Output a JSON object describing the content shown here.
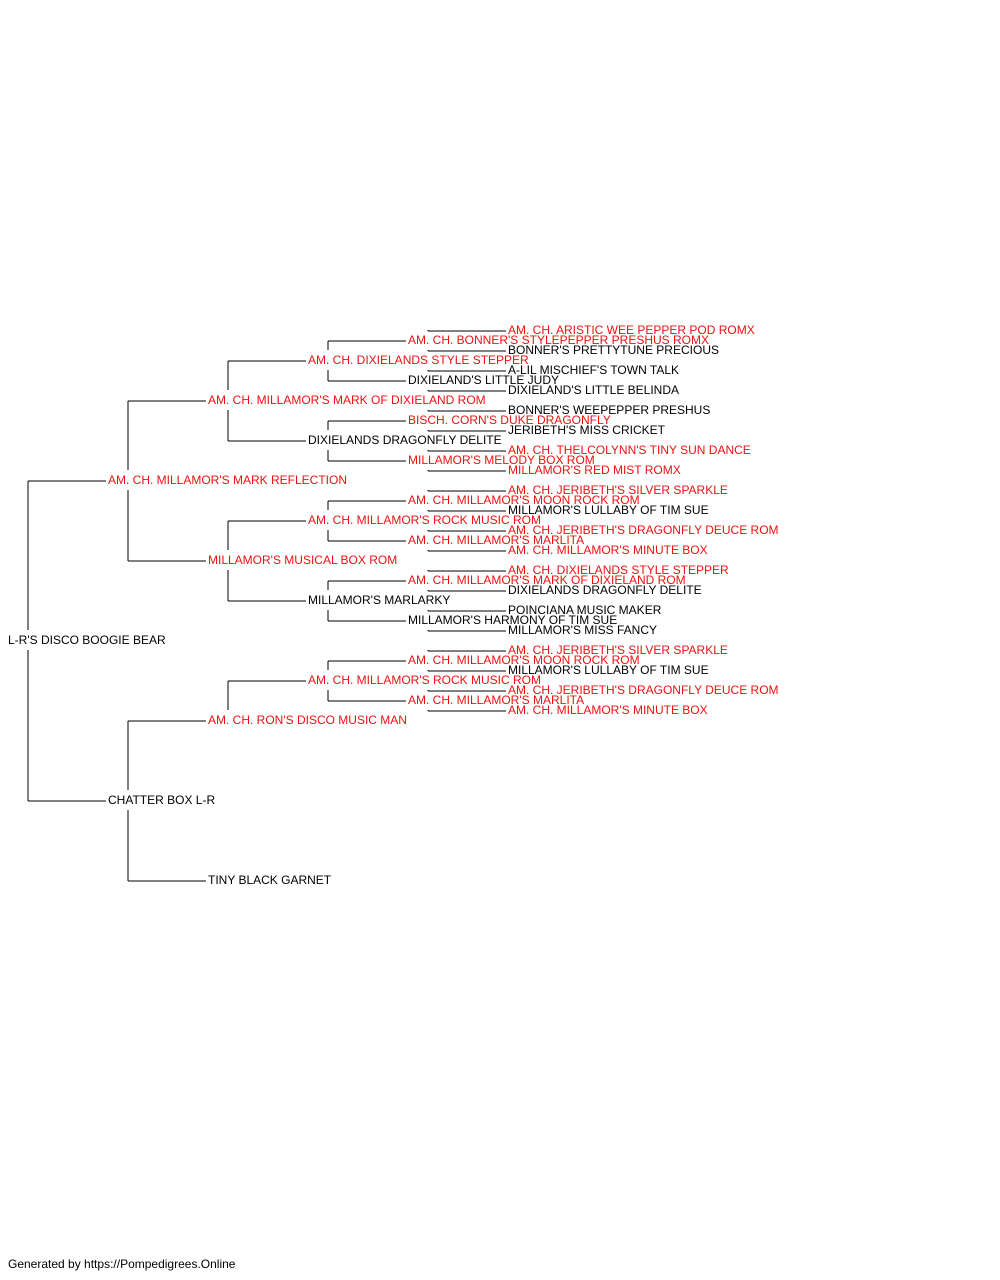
{
  "colors": {
    "champion": "#ee1111",
    "regular": "#000000",
    "line": "#000000"
  },
  "footer": "Generated by https://Pompedigrees.Online",
  "pedigree": {
    "name": "L-R'S DISCO BOOGIE BEAR",
    "champion": false,
    "sire": {
      "name": "AM. CH. MILLAMOR'S MARK REFLECTION",
      "champion": true,
      "sire": {
        "name": "AM. CH. MILLAMOR'S MARK OF DIXIELAND ROM",
        "champion": true,
        "sire": {
          "name": "AM. CH. DIXIELANDS STYLE STEPPER",
          "champion": true,
          "sire": {
            "name": "AM. CH. BONNER'S STYLEPEPPER PRESHUS ROMX",
            "champion": true,
            "sire": {
              "name": "AM. CH. ARISTIC WEE PEPPER POD ROMX",
              "champion": true
            },
            "dam": {
              "name": "BONNER'S PRETTYTUNE PRECIOUS",
              "champion": false
            }
          },
          "dam": {
            "name": "DIXIELAND'S LITTLE JUDY",
            "champion": false,
            "sire": {
              "name": "A-LIL MISCHIEF'S TOWN TALK",
              "champion": false
            },
            "dam": {
              "name": "DIXIELAND'S LITTLE BELINDA",
              "champion": false
            }
          }
        },
        "dam": {
          "name": "DIXIELANDS DRAGONFLY DELITE",
          "champion": false,
          "sire": {
            "name": "BISCH. CORN'S DUKE DRAGONFLY",
            "champion": true,
            "sire": {
              "name": "BONNER'S WEEPEPPER PRESHUS",
              "champion": false
            },
            "dam": {
              "name": "JERIBETH'S MISS CRICKET",
              "champion": false
            }
          },
          "dam": {
            "name": "MILLAMOR'S MELODY BOX ROM",
            "champion": true,
            "sire": {
              "name": "AM. CH. THELCOLYNN'S TINY SUN DANCE",
              "champion": true
            },
            "dam": {
              "name": "MILLAMOR'S RED MIST ROMX",
              "champion": true
            }
          }
        }
      },
      "dam": {
        "name": "MILLAMOR'S MUSICAL BOX ROM",
        "champion": true,
        "sire": {
          "name": "AM. CH. MILLAMOR'S ROCK MUSIC ROM",
          "champion": true,
          "sire": {
            "name": "AM. CH. MILLAMOR'S MOON ROCK ROM",
            "champion": true,
            "sire": {
              "name": "AM. CH. JERIBETH'S SILVER SPARKLE",
              "champion": true
            },
            "dam": {
              "name": "MILLAMOR'S LULLABY OF TIM SUE",
              "champion": false
            }
          },
          "dam": {
            "name": "AM. CH. MILLAMOR'S MARLITA",
            "champion": true,
            "sire": {
              "name": "AM. CH. JERIBETH'S DRAGONFLY DEUCE ROM",
              "champion": true
            },
            "dam": {
              "name": "AM. CH. MILLAMOR'S MINUTE BOX",
              "champion": true
            }
          }
        },
        "dam": {
          "name": "MILLAMOR'S MARLARKY",
          "champion": false,
          "sire": {
            "name": "AM. CH. MILLAMOR'S MARK OF DIXIELAND ROM",
            "champion": true,
            "sire": {
              "name": "AM. CH. DIXIELANDS STYLE STEPPER",
              "champion": true
            },
            "dam": {
              "name": "DIXIELANDS DRAGONFLY DELITE",
              "champion": false
            }
          },
          "dam": {
            "name": "MILLAMOR'S HARMONY OF TIM SUE",
            "champion": false,
            "sire": {
              "name": "POINCIANA MUSIC MAKER",
              "champion": false
            },
            "dam": {
              "name": "MILLAMOR'S MISS FANCY",
              "champion": false
            }
          }
        }
      }
    },
    "dam": {
      "name": "CHATTER BOX L-R",
      "champion": false,
      "sire": {
        "name": "AM. CH. RON'S DISCO MUSIC MAN",
        "champion": true,
        "sire": {
          "name": "AM. CH. MILLAMOR'S ROCK MUSIC ROM",
          "champion": true,
          "sire": {
            "name": "AM. CH. MILLAMOR'S MOON ROCK ROM",
            "champion": true,
            "sire": {
              "name": "AM. CH. JERIBETH'S SILVER SPARKLE",
              "champion": true
            },
            "dam": {
              "name": "MILLAMOR'S LULLABY OF TIM SUE",
              "champion": false
            }
          },
          "dam": {
            "name": "AM. CH. MILLAMOR'S MARLITA",
            "champion": true,
            "sire": {
              "name": "AM. CH. JERIBETH'S DRAGONFLY DEUCE ROM",
              "champion": true
            },
            "dam": {
              "name": "AM. CH. MILLAMOR'S MINUTE BOX",
              "champion": true
            }
          }
        }
      },
      "dam": {
        "name": "TINY BLACK GARNET",
        "champion": false
      }
    }
  }
}
